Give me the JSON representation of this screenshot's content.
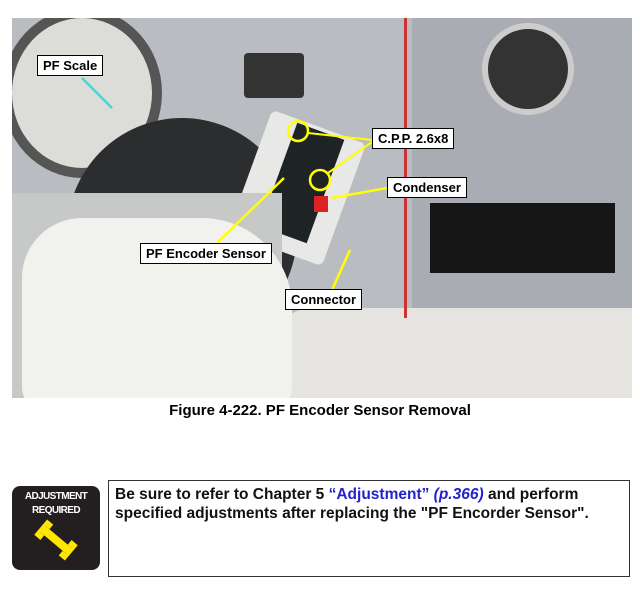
{
  "figure": {
    "labels": {
      "pf_scale": "PF Scale",
      "cpp": "C.P.P. 2.6x8",
      "condenser": "Condenser",
      "pf_encoder_sensor": "PF Encoder Sensor",
      "connector": "Connector"
    },
    "caption": "Figure 4-222. PF Encoder Sensor Removal"
  },
  "note": {
    "icon_line1": "ADJUSTMENT",
    "icon_line2": "REQUIRED",
    "text_before": "Be sure to refer to Chapter 5 ",
    "link_text": "“Adjustment”",
    "page_ref": "(p.366)",
    "text_after": " and perform specified adjustments after replacing the \"PF Encorder Sensor\"."
  },
  "colors": {
    "arrow": "#ffff00",
    "scale_arrow": "#33dddd",
    "link": "#2222cc"
  }
}
